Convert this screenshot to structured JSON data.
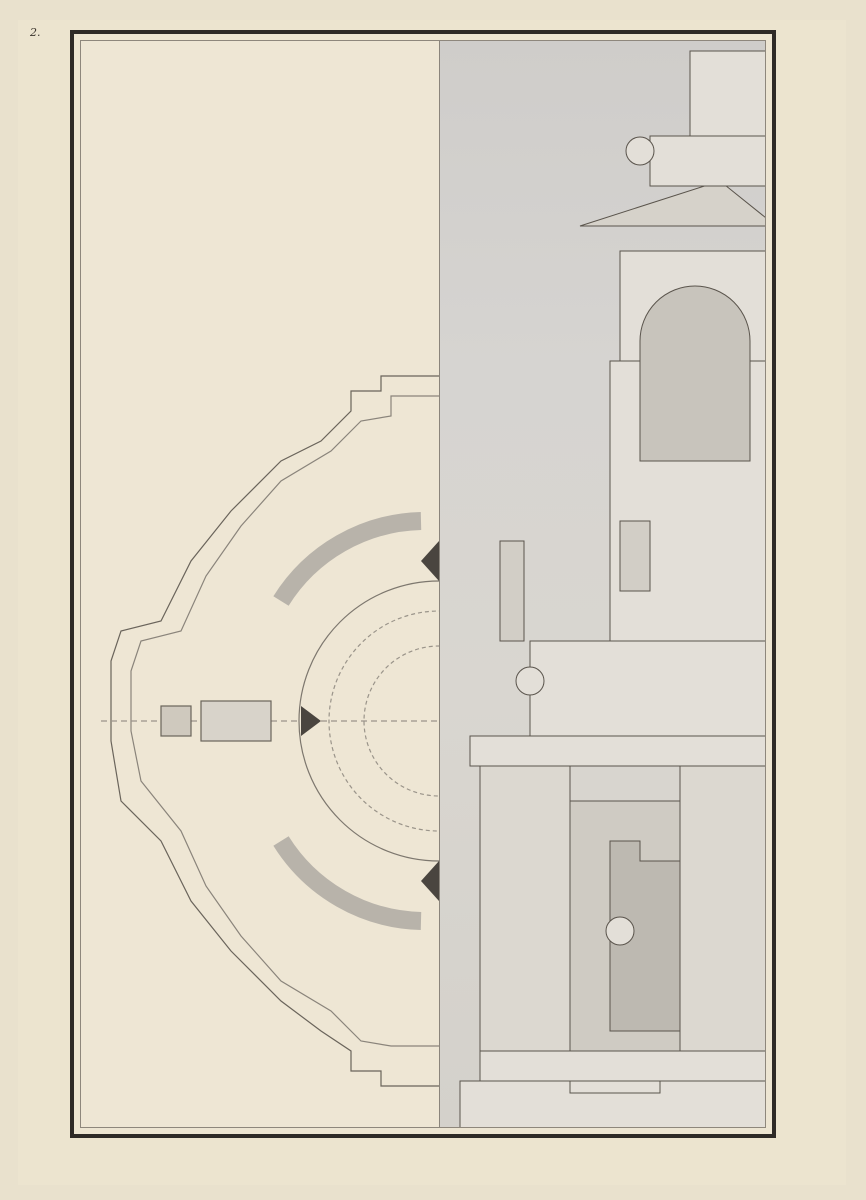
{
  "sheet": {
    "page_number": "2.",
    "left_panel": "half ground plan of a domed structure",
    "right_panel": "half elevation of a tiered altar/monument with statues, urns and scrollwork",
    "colors": {
      "paper": "#ece4cf",
      "frame": "#2e2a27",
      "wash": "#d4d1cb",
      "ink": "#5a544c"
    }
  }
}
